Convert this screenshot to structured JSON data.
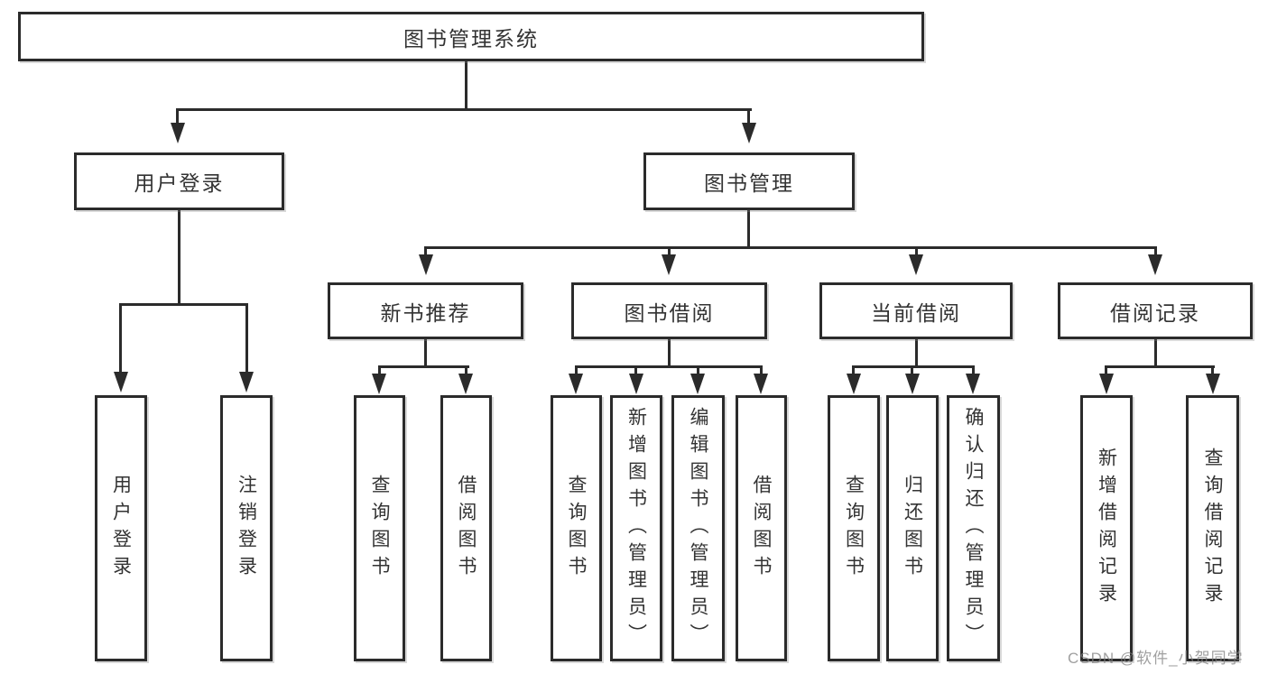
{
  "tree": {
    "label": "图书管理系统",
    "children": [
      {
        "label": "用户登录",
        "children": [
          {
            "label": "用户登录"
          },
          {
            "label": "注销登录"
          }
        ]
      },
      {
        "label": "图书管理",
        "children": [
          {
            "label": "新书推荐",
            "children": [
              {
                "label": "查询图书"
              },
              {
                "label": "借阅图书"
              }
            ]
          },
          {
            "label": "图书借阅",
            "children": [
              {
                "label": "查询图书"
              },
              {
                "label": "新增图书（管理员）"
              },
              {
                "label": "编辑图书（管理员）"
              },
              {
                "label": "借阅图书"
              }
            ]
          },
          {
            "label": "当前借阅",
            "children": [
              {
                "label": "查询图书"
              },
              {
                "label": "归还图书"
              },
              {
                "label": "确认归还（管理员）"
              }
            ]
          },
          {
            "label": "借阅记录",
            "children": [
              {
                "label": "新增借阅记录"
              },
              {
                "label": "查询借阅记录"
              }
            ]
          }
        ]
      }
    ]
  },
  "watermark": {
    "text": "CSDN @软件_小贺同学"
  },
  "colors": {
    "line": "#2b2b2b",
    "box_border": "#2b2b2b",
    "text": "#333333",
    "background": "#ffffff",
    "watermark_text": "#808080"
  }
}
